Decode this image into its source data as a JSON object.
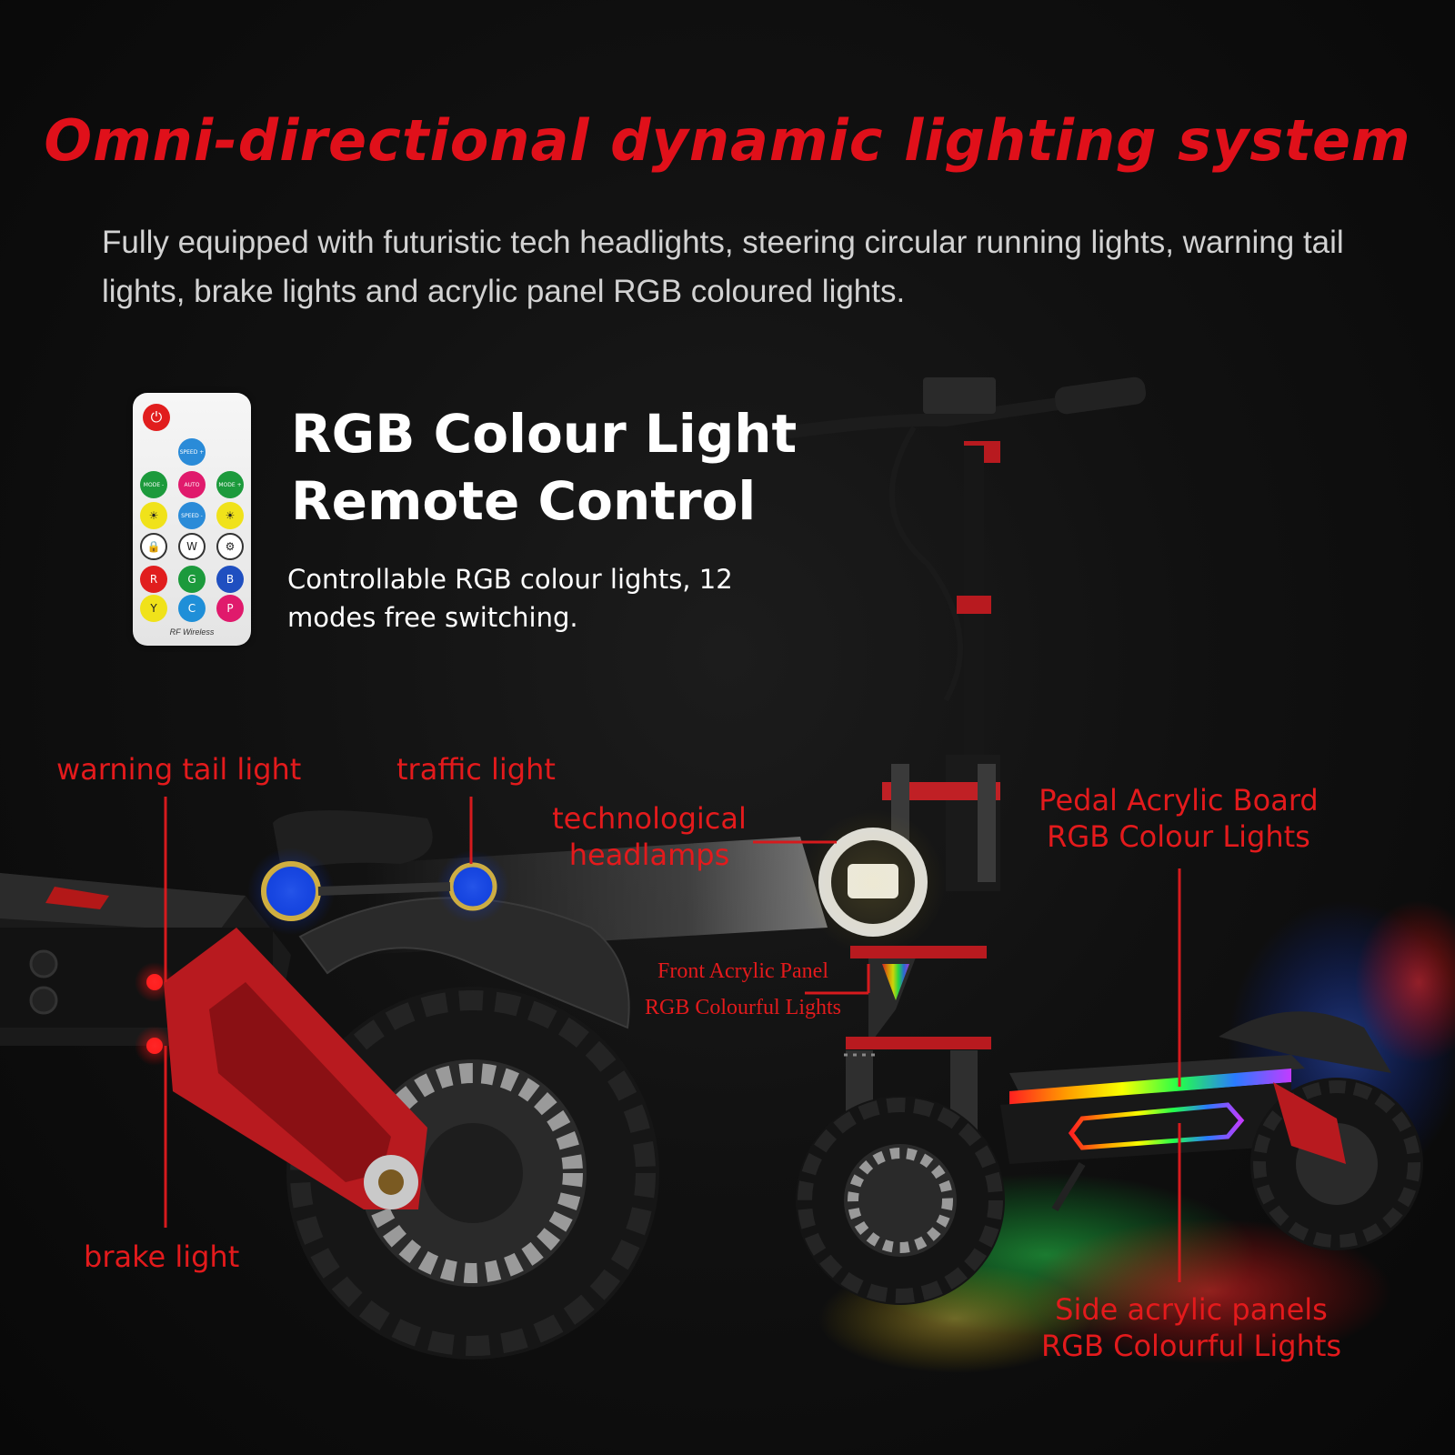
{
  "heading": {
    "title": "Omni-directional dynamic lighting system",
    "intro": "Fully equipped with futuristic tech headlights, steering circular running lights, warning tail lights, brake lights and acrylic panel RGB coloured lights."
  },
  "remote_control": {
    "title_line1": "RGB Colour Light",
    "title_line2": "Remote Control",
    "description": "Controllable RGB colour lights, 12 modes free switching.",
    "device": {
      "buttons": [
        "SPEED +",
        "MODE -",
        "AUTO",
        "MODE +",
        "SPEED -",
        "W",
        "R",
        "G",
        "B",
        "Y",
        "C",
        "P"
      ],
      "footer": "RF Wireless"
    }
  },
  "callouts": {
    "warning_tail_light": "warning tail light",
    "traffic_light": "traffic light",
    "headlamps_line1": "technological",
    "headlamps_line2": "headlamps",
    "front_panel_line1": "Front Acrylic Panel",
    "front_panel_line2": "RGB Colourful Lights",
    "pedal_board_line1": "Pedal Acrylic Board",
    "pedal_board_line2": "RGB Colour Lights",
    "brake_light": "brake light",
    "side_panels_line1": "Side acrylic panels",
    "side_panels_line2": "RGB Colourful Lights"
  },
  "colors": {
    "accent_red": "#e31a1c",
    "background": "#0c0c0c"
  }
}
